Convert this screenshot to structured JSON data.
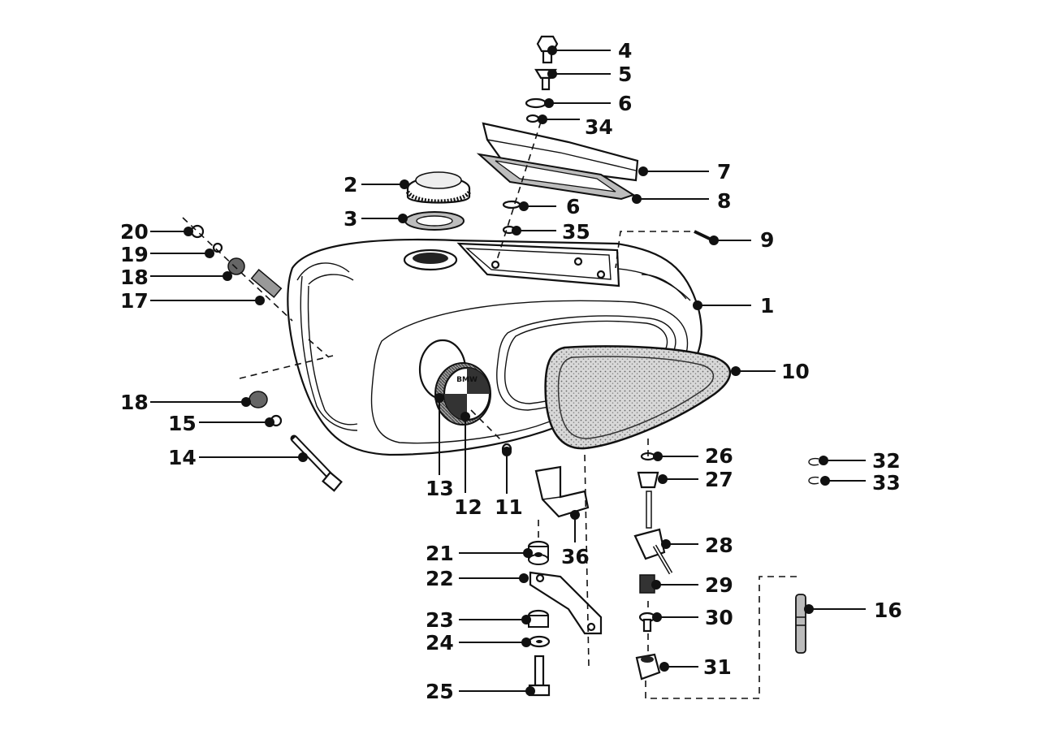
{
  "callouts": [
    {
      "id": "c1",
      "text": "1"
    },
    {
      "id": "c2",
      "text": "2"
    },
    {
      "id": "c3",
      "text": "3"
    },
    {
      "id": "c4",
      "text": "4"
    },
    {
      "id": "c5",
      "text": "5"
    },
    {
      "id": "c6a",
      "text": "6"
    },
    {
      "id": "c6b",
      "text": "6"
    },
    {
      "id": "c7",
      "text": "7"
    },
    {
      "id": "c8",
      "text": "8"
    },
    {
      "id": "c9",
      "text": "9"
    },
    {
      "id": "c10",
      "text": "10"
    },
    {
      "id": "c11",
      "text": "11"
    },
    {
      "id": "c12",
      "text": "12"
    },
    {
      "id": "c13",
      "text": "13"
    },
    {
      "id": "c14",
      "text": "14"
    },
    {
      "id": "c15",
      "text": "15"
    },
    {
      "id": "c16",
      "text": "16"
    },
    {
      "id": "c17",
      "text": "17"
    },
    {
      "id": "c18a",
      "text": "18"
    },
    {
      "id": "c18b",
      "text": "18"
    },
    {
      "id": "c19",
      "text": "19"
    },
    {
      "id": "c20",
      "text": "20"
    },
    {
      "id": "c21",
      "text": "21"
    },
    {
      "id": "c22",
      "text": "22"
    },
    {
      "id": "c23",
      "text": "23"
    },
    {
      "id": "c24",
      "text": "24"
    },
    {
      "id": "c25",
      "text": "25"
    },
    {
      "id": "c26",
      "text": "26"
    },
    {
      "id": "c27",
      "text": "27"
    },
    {
      "id": "c28",
      "text": "28"
    },
    {
      "id": "c29",
      "text": "29"
    },
    {
      "id": "c30",
      "text": "30"
    },
    {
      "id": "c31",
      "text": "31"
    },
    {
      "id": "c32",
      "text": "32"
    },
    {
      "id": "c33",
      "text": "33"
    },
    {
      "id": "c34",
      "text": "34"
    },
    {
      "id": "c35",
      "text": "35"
    },
    {
      "id": "c36",
      "text": "36"
    }
  ],
  "emblem": {
    "text": "BMW"
  }
}
